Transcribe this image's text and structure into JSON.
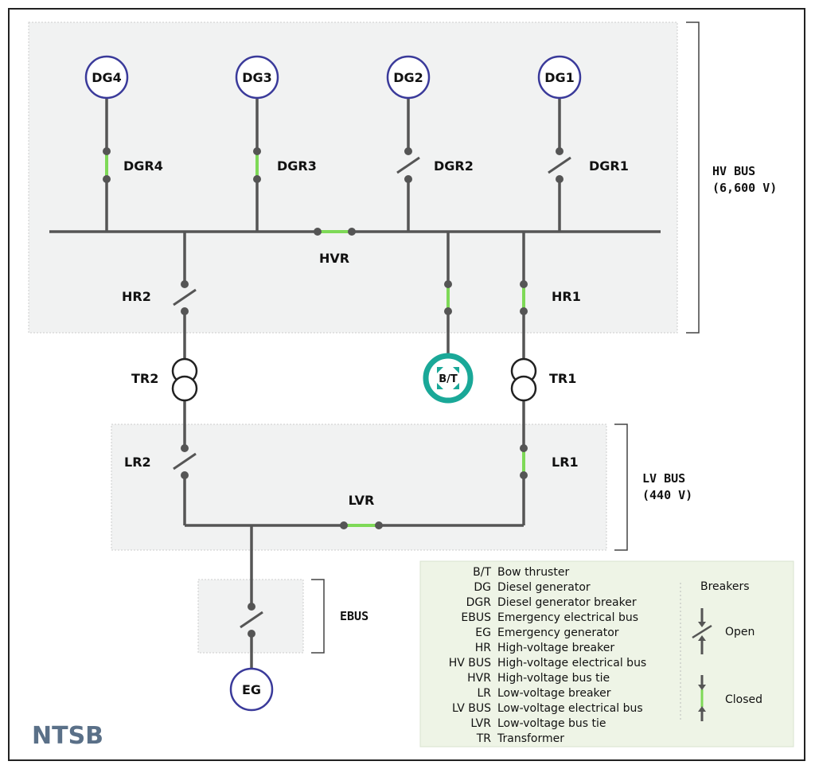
{
  "nodes": {
    "dg4": "DG4",
    "dg3": "DG3",
    "dg2": "DG2",
    "dg1": "DG1",
    "bt": "B/T",
    "eg": "EG"
  },
  "breakers": {
    "dgr4": "DGR4",
    "dgr3": "DGR3",
    "dgr2": "DGR2",
    "dgr1": "DGR1",
    "hvr": "HVR",
    "hr2": "HR2",
    "hr1": "HR1",
    "tr2": "TR2",
    "tr1": "TR1",
    "lr2": "LR2",
    "lr1": "LR1",
    "lvr": "LVR"
  },
  "zones": {
    "hv_bus_line1": "HV BUS",
    "hv_bus_line2": "(6,600 V)",
    "lv_bus_line1": "LV BUS",
    "lv_bus_line2": "(440 V)",
    "ebus": "EBUS"
  },
  "legend": {
    "items": [
      {
        "abbr": "B/T",
        "text": "Bow thruster"
      },
      {
        "abbr": "DG",
        "text": "Diesel generator"
      },
      {
        "abbr": "DGR",
        "text": "Diesel generator breaker"
      },
      {
        "abbr": "EBUS",
        "text": "Emergency electrical bus"
      },
      {
        "abbr": "EG",
        "text": "Emergency generator"
      },
      {
        "abbr": "HR",
        "text": "High-voltage breaker"
      },
      {
        "abbr": "HV BUS",
        "text": "High-voltage electrical bus"
      },
      {
        "abbr": "HVR",
        "text": "High-voltage bus tie"
      },
      {
        "abbr": "LR",
        "text": "Low-voltage breaker"
      },
      {
        "abbr": "LV BUS",
        "text": "Low-voltage electrical bus"
      },
      {
        "abbr": "LVR",
        "text": "Low-voltage bus tie"
      },
      {
        "abbr": "TR",
        "text": "Transformer"
      }
    ],
    "breakers_title": "Breakers",
    "open_label": "Open",
    "closed_label": "Closed"
  },
  "brand": "NTSB",
  "colors": {
    "line": "#555555",
    "closed": "#7ed957",
    "generator_ring": "#3a3a9a",
    "thruster_ring": "#1aa898",
    "legend_bg": "#eef4e6"
  }
}
